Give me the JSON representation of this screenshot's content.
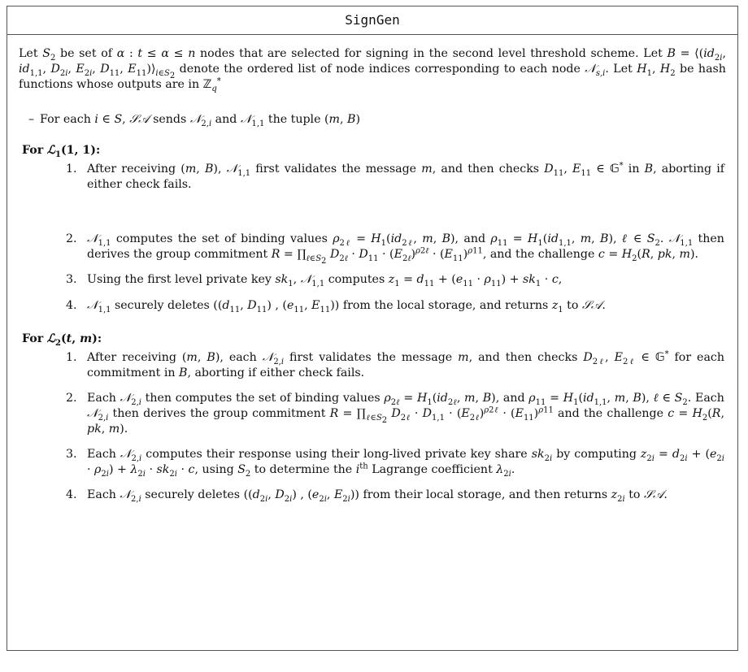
{
  "title": "SignGen",
  "section1_label": "For",
  "section2_label": "For"
}
